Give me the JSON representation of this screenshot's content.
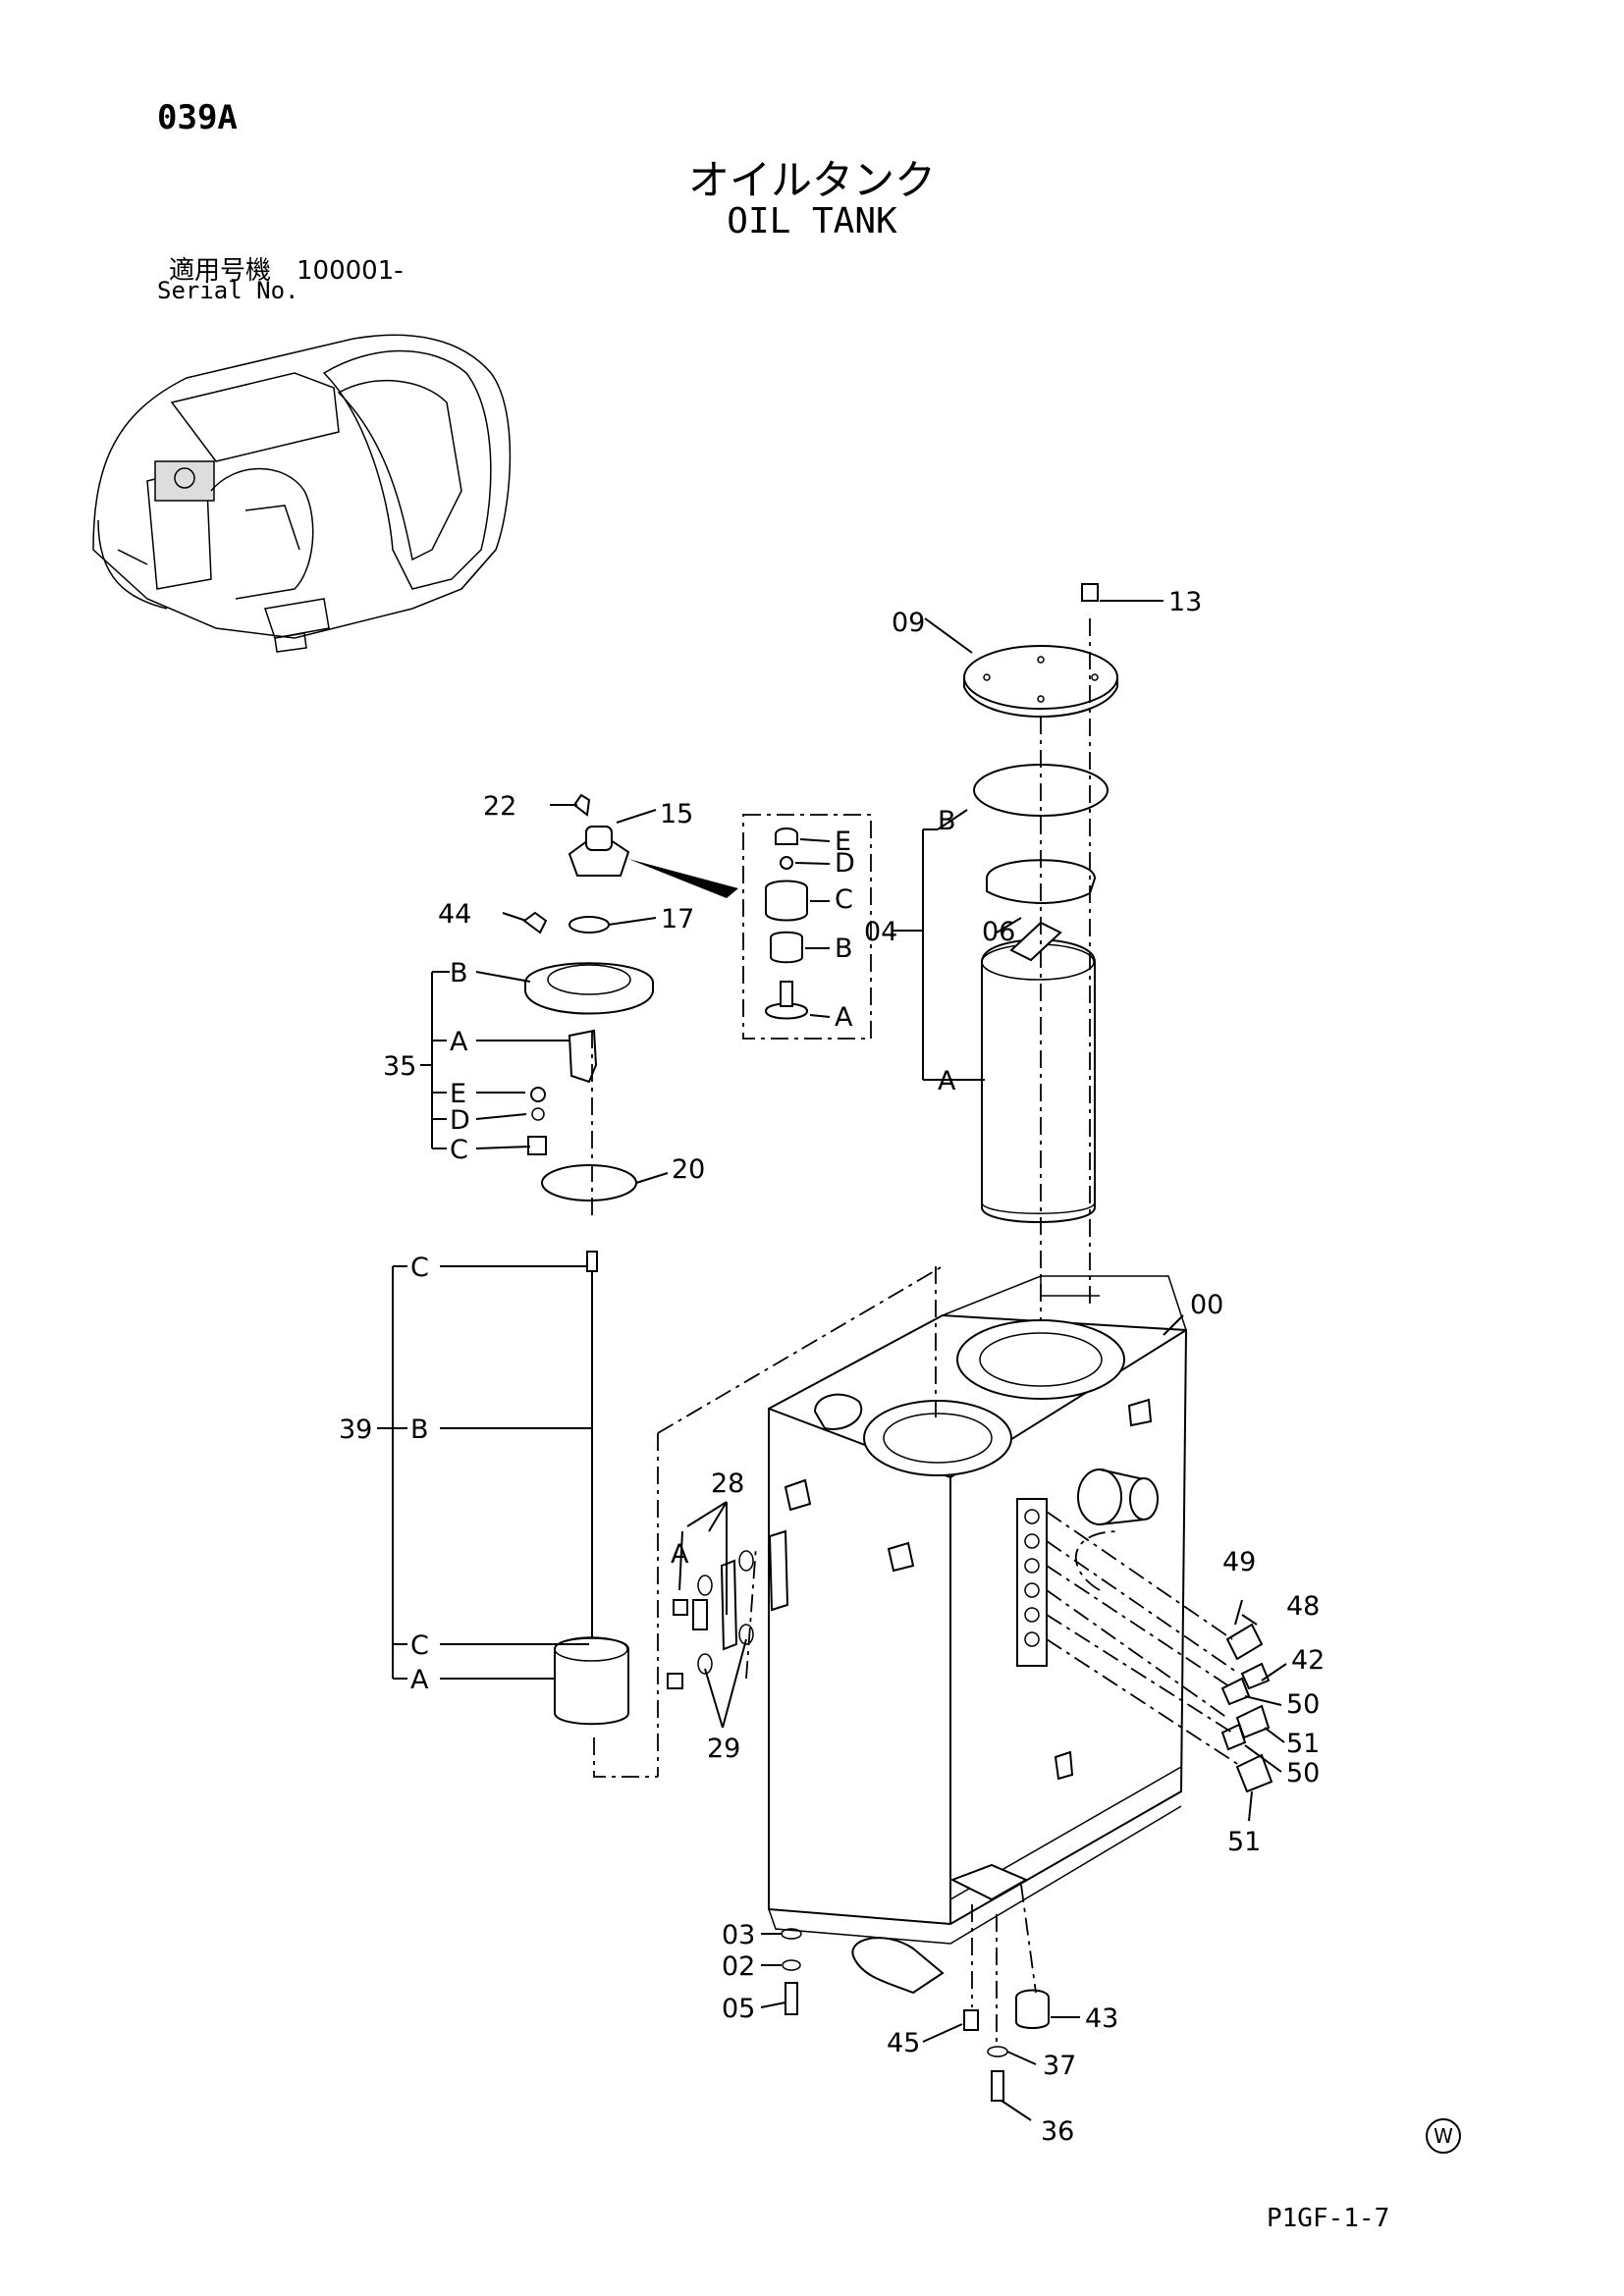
{
  "page_code": "039A",
  "title_jp": "オイルタンク",
  "title_en": "OIL TANK",
  "serial_jp": "適用号機　100001-",
  "serial_en": "Serial No.",
  "footer_code": "P1GF-1-7",
  "watermark": "W",
  "callouts": {
    "c13": "13",
    "c09": "09",
    "c22": "22",
    "c15": "15",
    "c44": "44",
    "c17": "17",
    "c04": "04",
    "c06": "06",
    "c35": "35",
    "c20": "20",
    "c00": "00",
    "c39": "39",
    "c28": "28",
    "c29": "29",
    "c49": "49",
    "c48": "48",
    "c42": "42",
    "c50a": "50",
    "c51a": "51",
    "c50b": "50",
    "c51b": "51",
    "c03": "03",
    "c02": "02",
    "c05": "05",
    "c45": "45",
    "c43": "43",
    "c37": "37",
    "c36": "36",
    "sub35B": "B",
    "sub35A": "A",
    "sub35E": "E",
    "sub35D": "D",
    "sub35C": "C",
    "sub04B": "B",
    "sub04A": "A",
    "sub39Ct": "C",
    "sub39B": "B",
    "sub39Cb": "C",
    "sub39A": "A",
    "sub28A": "A",
    "det15E": "E",
    "det15D": "D",
    "det15C": "C",
    "det15B": "B",
    "det15A": "A"
  }
}
